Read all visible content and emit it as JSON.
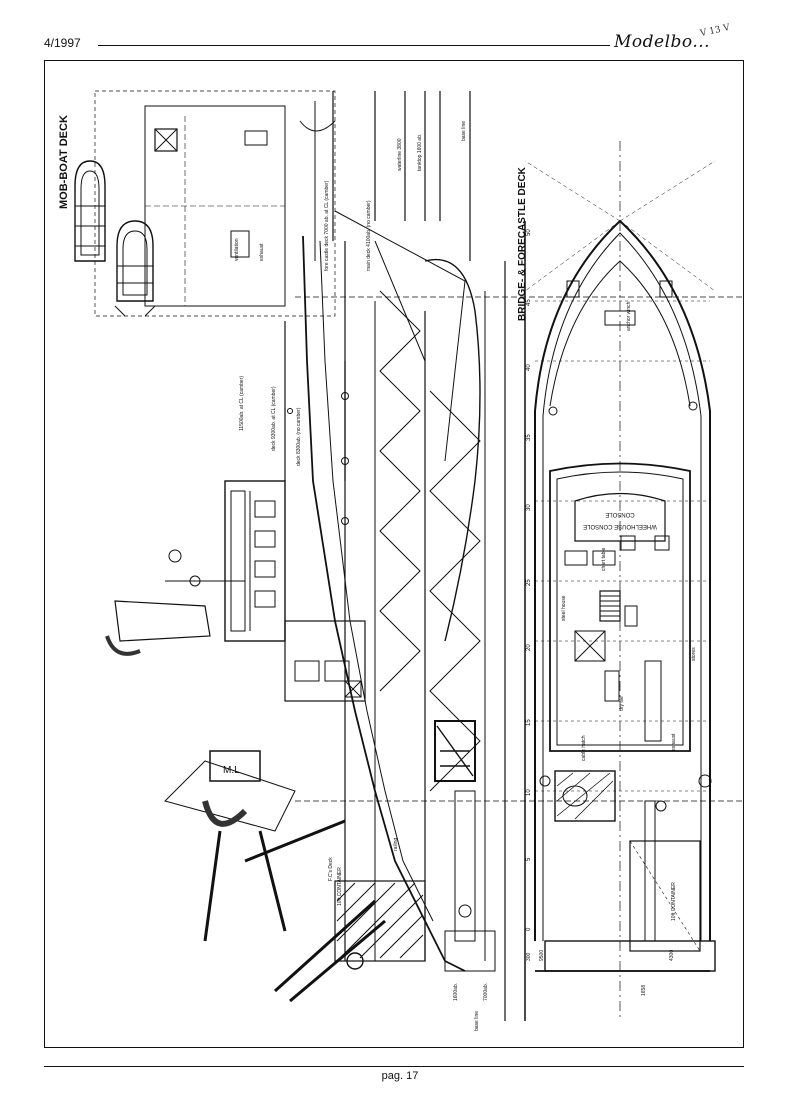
{
  "header": {
    "issue": "4/1997",
    "brand": "Modelbo...",
    "stamp": "V 13 V"
  },
  "footer": {
    "page": "pag. 17"
  },
  "drawing": {
    "titles": {
      "mob_boat": "MOB-BOAT DECK",
      "bridge": "BRIDGE- & FORECASTLE DECK"
    },
    "mob_labels": {
      "ventilation": "ventilation",
      "exhaust": "exhaust"
    },
    "levels": [
      "fore castle deck 7000 ab. at CL (camber)",
      "main deck 4100ab. (no camber)",
      "waterline 3800",
      "tanktop 1600 ab.",
      "base line"
    ],
    "left_levels": [
      "11500ab. at CL (camber)",
      "deck 9300ab. at CL (camber)",
      "deck 8300ab. (no camber)"
    ],
    "bottom_labels": [
      "F.C's Deck",
      "10ft CONTAINER",
      "railing",
      "1600ab.",
      "base line",
      "7000ab."
    ],
    "plan_labels": {
      "console": "CONSOLE",
      "console_mirror": "WHEELHOUSE CONSOLE",
      "anchor_winch": "anchor winch",
      "chart_table": "chart table",
      "steel_house": "steel house",
      "dry_tile": "dry tile",
      "cable_hatch": "cable hatch",
      "exhaust": "exhaust",
      "container": "10ft CONTAINER",
      "stores": "stores"
    },
    "frame_numbers": [
      "0",
      "5",
      "10",
      "15",
      "20",
      "25",
      "30",
      "35",
      "40",
      "45",
      "50"
    ],
    "marks": {
      "ml": "M.L",
      "c1": "9500",
      "c2": "4300",
      "c3": "1658",
      "c4": "300"
    }
  }
}
